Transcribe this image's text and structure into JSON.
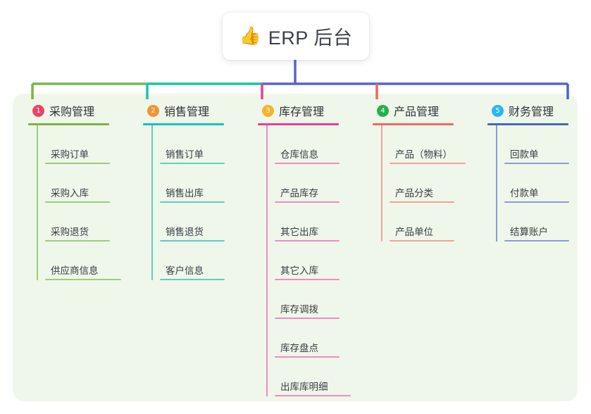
{
  "page": {
    "background": "#ffffff",
    "panel_color": "#eff7ea"
  },
  "root": {
    "icon": "thumbs-up-icon",
    "emoji": "👍",
    "title": "ERP 后台",
    "stem_color": "#5b63c9"
  },
  "bus": {
    "segments": [
      {
        "color": "#76b852"
      },
      {
        "color": "#17c5a8"
      },
      {
        "color": "#5b63c9"
      }
    ]
  },
  "columns": [
    {
      "index": "1",
      "title": "采购管理",
      "badge_color": "#ee4266",
      "rule_color": "#7cb342",
      "stem_color": "#7cb342",
      "leaf_color": "#9ccc7e",
      "items": [
        {
          "label": "采购订单"
        },
        {
          "label": "采购入库"
        },
        {
          "label": "采购退货"
        },
        {
          "label": "供应商信息",
          "wide": true
        }
      ]
    },
    {
      "index": "2",
      "title": "销售管理",
      "badge_color": "#f59231",
      "rule_color": "#17c5b4",
      "stem_color": "#17c5b4",
      "leaf_color": "#5ecfc4",
      "items": [
        {
          "label": "销售订单"
        },
        {
          "label": "销售出库"
        },
        {
          "label": "销售退货"
        },
        {
          "label": "客户信息"
        }
      ]
    },
    {
      "index": "3",
      "title": "库存管理",
      "badge_color": "#f9b22a",
      "rule_color": "#e43f96",
      "stem_color": "#e43f96",
      "leaf_color": "#f08cc0",
      "items": [
        {
          "label": "仓库信息"
        },
        {
          "label": "产品库存"
        },
        {
          "label": "其它出库"
        },
        {
          "label": "其它入库"
        },
        {
          "label": "库存调拨"
        },
        {
          "label": "库存盘点"
        },
        {
          "label": "出库库明细",
          "wide": true
        }
      ]
    },
    {
      "index": "4",
      "title": "产品管理",
      "badge_color": "#22b14c",
      "rule_color": "#f4685e",
      "stem_color": "#f4685e",
      "leaf_color": "#f6a09a",
      "items": [
        {
          "label": "产品（物料）",
          "wide": true
        },
        {
          "label": "产品分类"
        },
        {
          "label": "产品单位"
        }
      ]
    },
    {
      "index": "5",
      "title": "财务管理",
      "badge_color": "#29b6f6",
      "rule_color": "#4a63c8",
      "stem_color": "#4a63c8",
      "leaf_color": "#8c9ad8",
      "items": [
        {
          "label": "回款单"
        },
        {
          "label": "付款单"
        },
        {
          "label": "结算账户"
        }
      ]
    }
  ]
}
